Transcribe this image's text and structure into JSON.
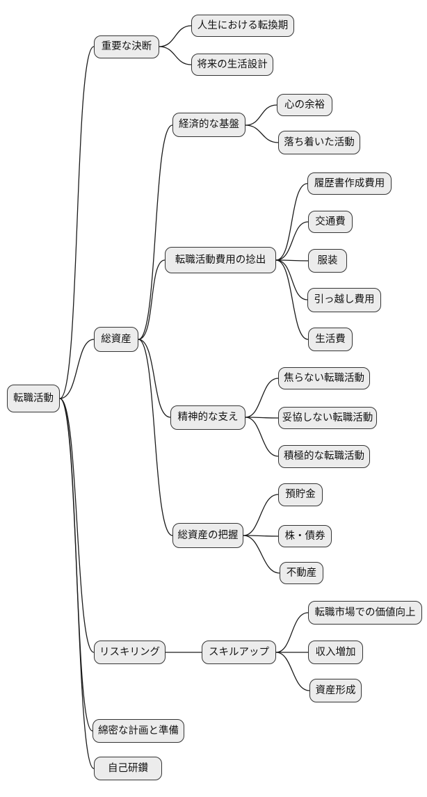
{
  "diagram": {
    "type": "mindmap",
    "orientation": "left-to-right",
    "node_fill": "#ececec",
    "node_border": "#333333",
    "edge_color": "#1a1a1a",
    "root_label": "転職活動"
  },
  "nodes": [
    {
      "id": "root",
      "label": "転職活動",
      "parent": null
    },
    {
      "id": "important-decision",
      "label": "重要な決断",
      "parent": "root"
    },
    {
      "id": "life-turning-point",
      "label": "人生における転換期",
      "parent": "important-decision"
    },
    {
      "id": "future-life-plan",
      "label": "将来の生活設計",
      "parent": "important-decision"
    },
    {
      "id": "total-assets",
      "label": "総資産",
      "parent": "root"
    },
    {
      "id": "economic-foundation",
      "label": "経済的な基盤",
      "parent": "total-assets"
    },
    {
      "id": "peace-of-mind",
      "label": "心の余裕",
      "parent": "economic-foundation"
    },
    {
      "id": "calm-activity",
      "label": "落ち着いた活動",
      "parent": "economic-foundation"
    },
    {
      "id": "funding-job-change-costs",
      "label": "転職活動費用の捻出",
      "parent": "total-assets"
    },
    {
      "id": "resume-costs",
      "label": "履歴書作成費用",
      "parent": "funding-job-change-costs"
    },
    {
      "id": "transportation-costs",
      "label": "交通費",
      "parent": "funding-job-change-costs"
    },
    {
      "id": "clothing",
      "label": "服装",
      "parent": "funding-job-change-costs"
    },
    {
      "id": "moving-costs",
      "label": "引っ越し費用",
      "parent": "funding-job-change-costs"
    },
    {
      "id": "living-expenses",
      "label": "生活費",
      "parent": "funding-job-change-costs"
    },
    {
      "id": "mental-support",
      "label": "精神的な支え",
      "parent": "total-assets"
    },
    {
      "id": "unhurried-job-search",
      "label": "焦らない転職活動",
      "parent": "mental-support"
    },
    {
      "id": "no-compromise-job-search",
      "label": "妥協しない転職活動",
      "parent": "mental-support"
    },
    {
      "id": "proactive-job-search",
      "label": "積極的な転職活動",
      "parent": "mental-support"
    },
    {
      "id": "grasp-total-assets",
      "label": "総資産の把握",
      "parent": "total-assets"
    },
    {
      "id": "savings",
      "label": "預貯金",
      "parent": "grasp-total-assets"
    },
    {
      "id": "stocks-bonds",
      "label": "株・債券",
      "parent": "grasp-total-assets"
    },
    {
      "id": "real-estate",
      "label": "不動産",
      "parent": "grasp-total-assets"
    },
    {
      "id": "reskilling",
      "label": "リスキリング",
      "parent": "root"
    },
    {
      "id": "skill-up",
      "label": "スキルアップ",
      "parent": "reskilling"
    },
    {
      "id": "market-value-up",
      "label": "転職市場での価値向上",
      "parent": "skill-up"
    },
    {
      "id": "income-increase",
      "label": "収入増加",
      "parent": "skill-up"
    },
    {
      "id": "asset-building",
      "label": "資産形成",
      "parent": "skill-up"
    },
    {
      "id": "meticulous-planning",
      "label": "綿密な計画と準備",
      "parent": "root"
    },
    {
      "id": "self-improvement",
      "label": "自己研鑽",
      "parent": "root"
    }
  ]
}
